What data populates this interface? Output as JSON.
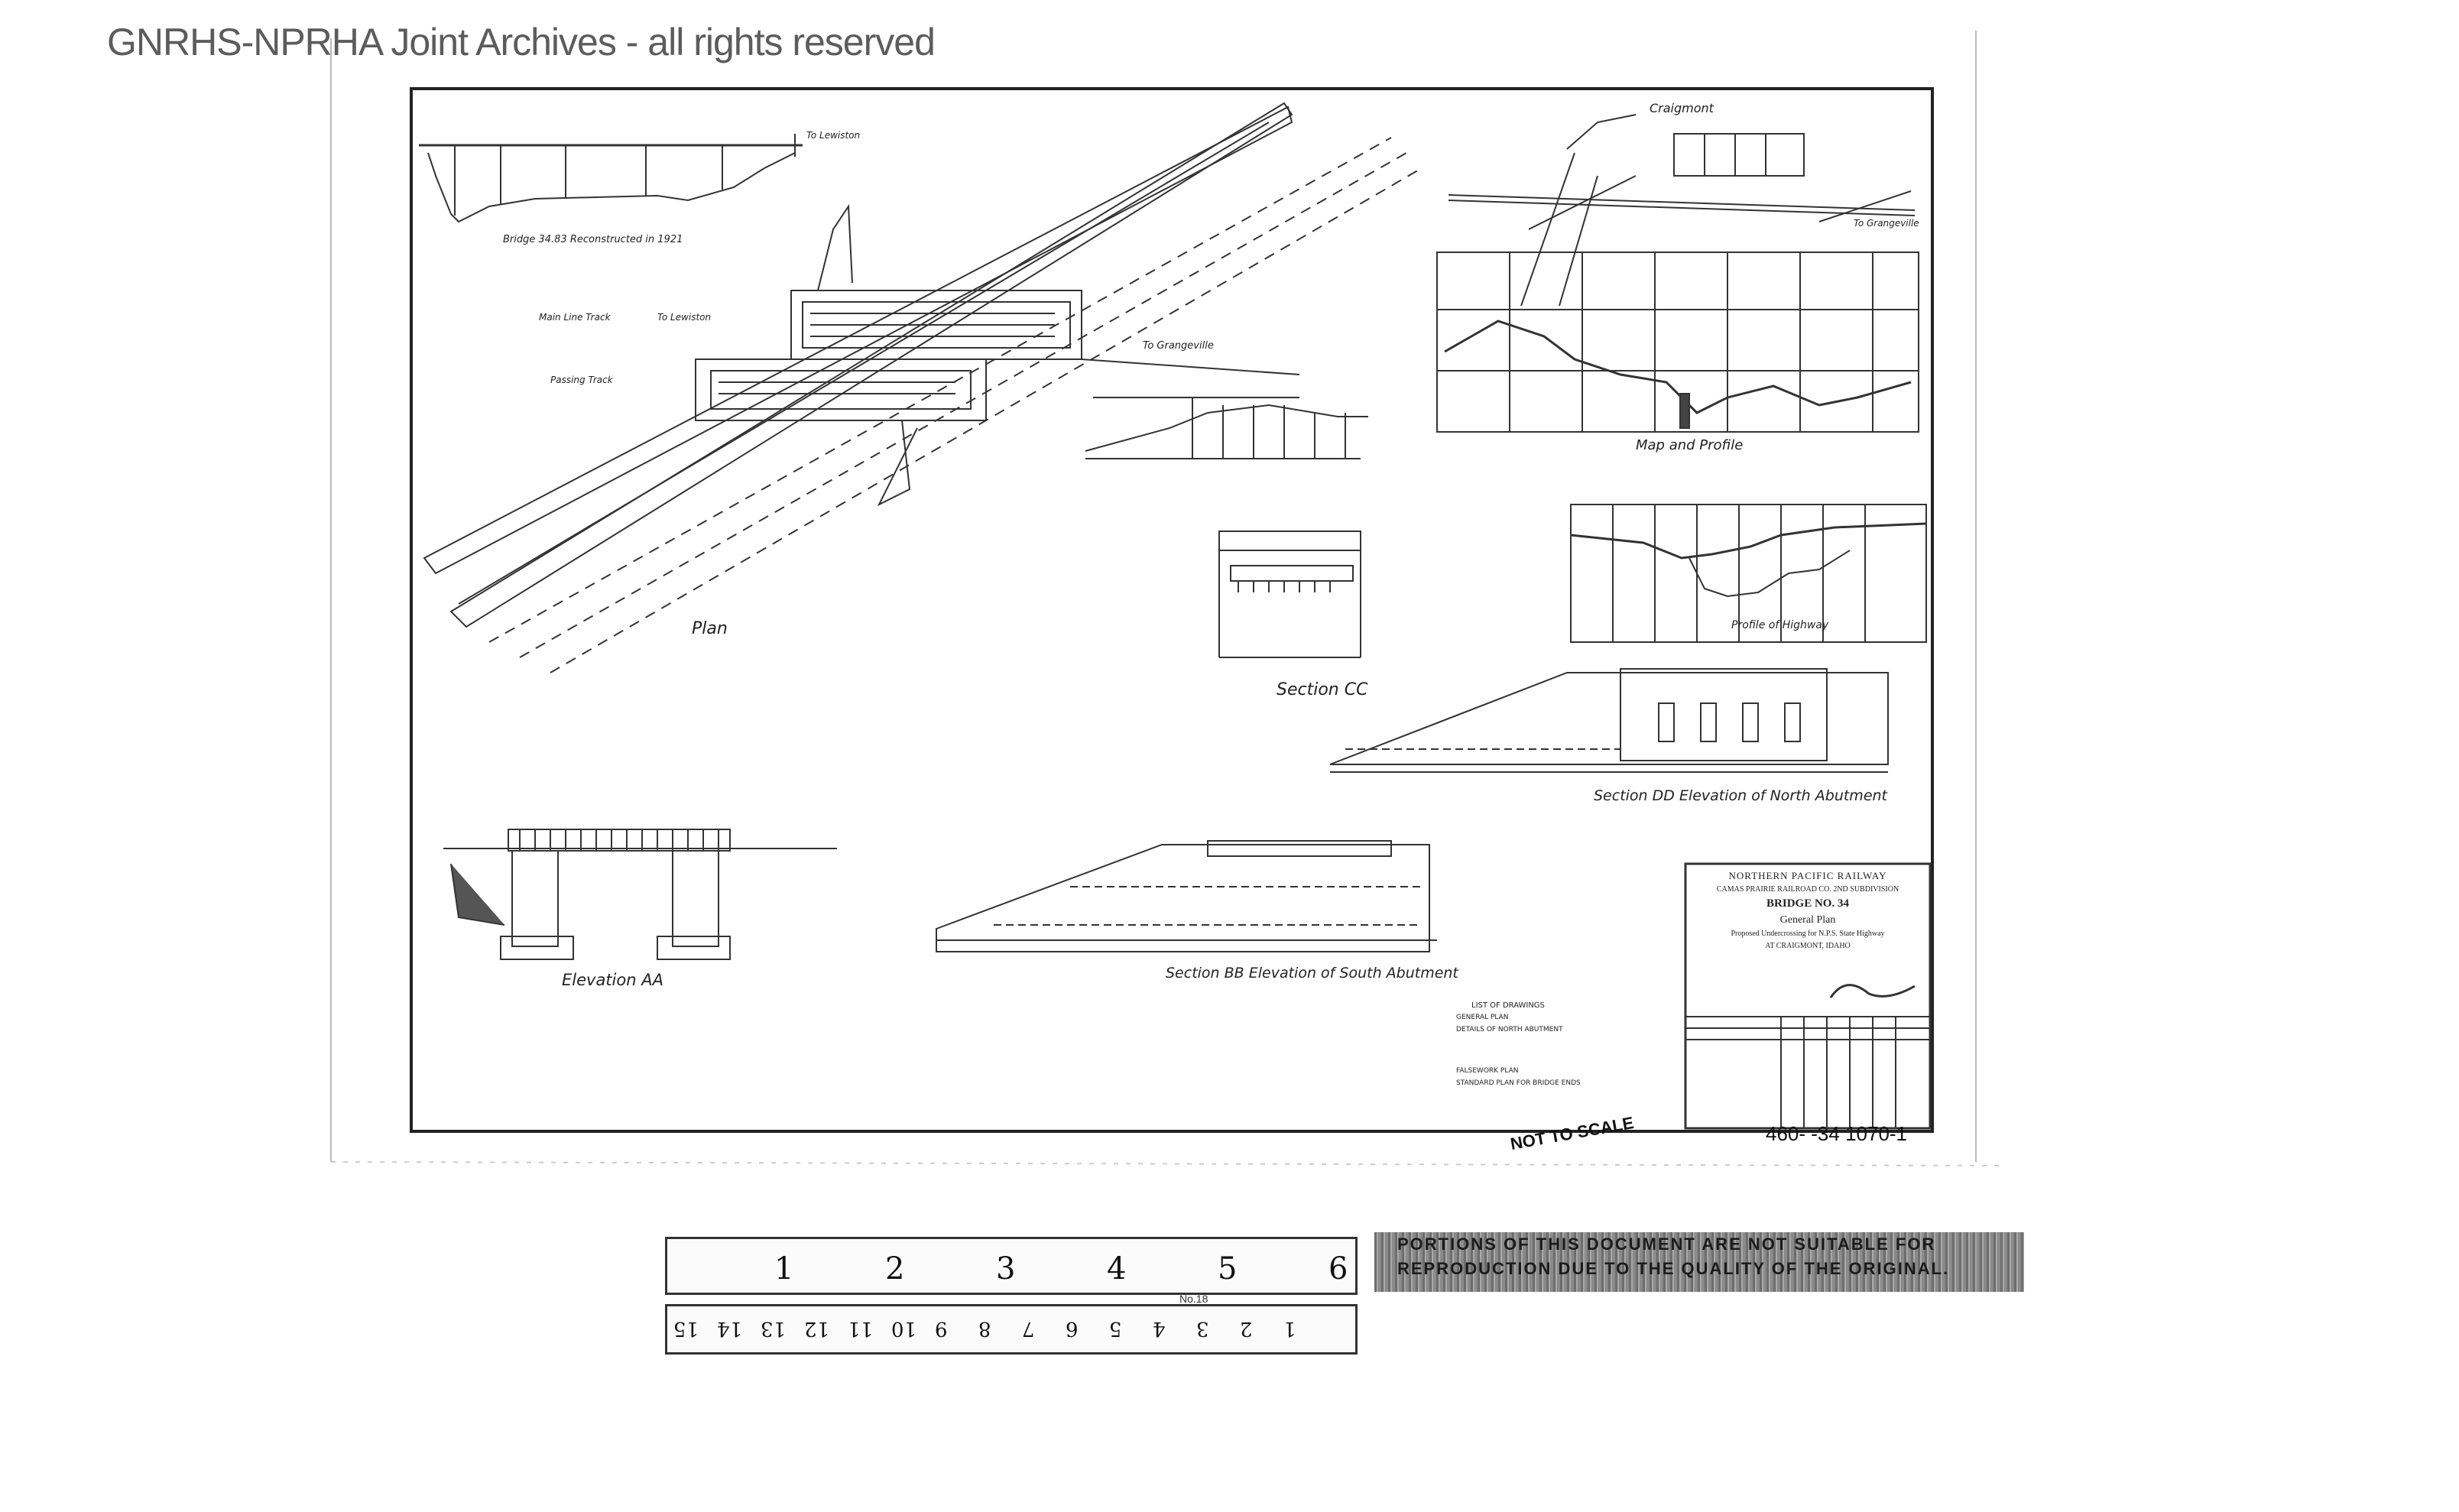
{
  "watermark": "GNRHS-NPRHA Joint Archives - all rights reserved",
  "drawing": {
    "plan_label": "Plan",
    "section_cc_label": "Section CC",
    "section_dd_label": "Section DD Elevation of North Abutment",
    "section_bb_label": "Section BB Elevation of South Abutment",
    "elevation_aa_label": "Elevation AA",
    "map_profile_label": "Map and Profile",
    "profile_highway_label": "Profile of Highway",
    "town_label": "Craigmont",
    "to_lewiston": "To Lewiston",
    "to_grangeville": "To Grangeville",
    "main_line_track": "Main Line Track",
    "passing_track": "Passing Track",
    "reconstructed_note": "Bridge 34.83 Reconstructed in 1921",
    "not_to_scale": "NOT TO SCALE",
    "sheet_number": "460-   -34 1070-1"
  },
  "title_block": {
    "railway": "Northern Pacific Railway",
    "company": "Camas Prairie Railroad Co.   2nd Subdivision",
    "bridge": "Bridge No. 34",
    "plan_type": "General Plan",
    "description": "Proposed Undercrossing for N.P.S. State Highway",
    "location": "at Craigmont, Idaho"
  },
  "list_of_drawings": {
    "heading": "List of Drawings",
    "items": [
      "General Plan",
      "Details of North Abutment",
      "Falsework Plan",
      "Standard Plan for Bridge Ends"
    ]
  },
  "ruler": {
    "top_numbers": [
      "1",
      "2",
      "3",
      "4",
      "5",
      "6"
    ],
    "bottom_numbers": [
      "15",
      "14",
      "13",
      "12",
      "11",
      "10",
      "9",
      "8",
      "7",
      "6",
      "5",
      "4",
      "3",
      "2",
      "1"
    ],
    "model_label": "No.18"
  },
  "quality_note": "Portions of this document are not suitable for reproduction due to the quality of the original."
}
